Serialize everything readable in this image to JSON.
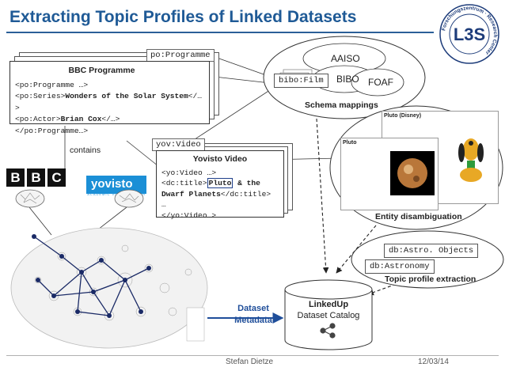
{
  "title": "Extracting Topic Profiles of Linked Datasets",
  "logo": {
    "text": "L3S",
    "ring_text": "Forschungszentrum · Research Center"
  },
  "bbc": {
    "tag": "po:Programme",
    "heading": "BBC Programme",
    "line1": "<po:Programme …>",
    "line2_open": "<po:Series>",
    "line2_value": "Wonders of the Solar System",
    "line2_close": "</…>",
    "line3_open": "<po:Actor>",
    "line3_value": "Brian Cox",
    "line3_close": "</…>",
    "line4": "</po:Programme…>",
    "logo_letters": [
      "B",
      "B",
      "C"
    ]
  },
  "contains_label": "contains",
  "yovisto": {
    "tag": "yov:Video",
    "heading": "Yovisto Video",
    "line1": "<yo:Video …>",
    "line2_open": "<dc:title>",
    "line2_value_boxed": "Pluto",
    "line2_value_rest": " & the",
    "line3_value": "Dwarf Planets",
    "line3_close": "</dc:title>",
    "line4": "…",
    "line5": "</yo:Video…>",
    "logo_text": "yovisto",
    "logo_sub": "ACADEMIC VIDEO SEARCH"
  },
  "schema": {
    "aaiso": "AAISO",
    "bibo_tag": "bibo:Film",
    "bibo": "BIBO",
    "foaf": "FOAF",
    "caption": "Schema mappings"
  },
  "entity": {
    "caption": "Entity disambiguation",
    "page1_title": "Pluto",
    "page2_title": "Pluto (Disney)"
  },
  "topic": {
    "tag1": "db:Astro. Objects",
    "tag2": "db:Astronomy",
    "caption": "Topic profile extraction"
  },
  "dataset_metadata": {
    "line1": "Dataset",
    "line2": "Metadata"
  },
  "catalog": {
    "title": "LinkedUp",
    "subtitle": "Dataset Catalog"
  },
  "footer": {
    "author": "Stefan Dietze",
    "date": "12/03/14"
  },
  "colors": {
    "title": "#1f5a96",
    "accent": "#1f4e9a",
    "rule": "#2b5f98"
  }
}
